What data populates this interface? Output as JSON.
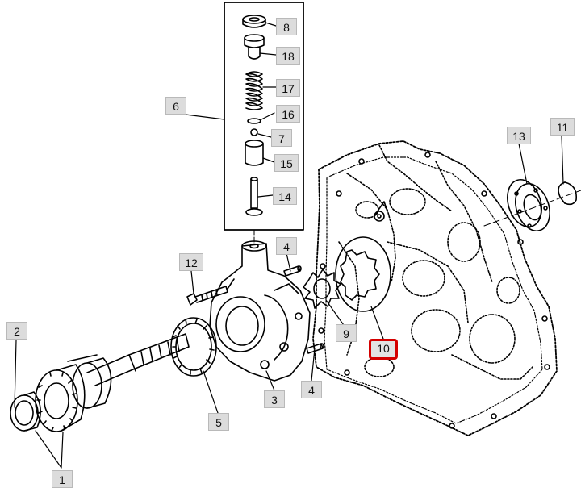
{
  "diagram": {
    "highlight_color": "#d40000",
    "callout_fill": "#dcdcdc",
    "selected_callout": "10",
    "callouts": {
      "c1": "1",
      "c2": "2",
      "c3": "3",
      "c4a": "4",
      "c4b": "4",
      "c5": "5",
      "c6": "6",
      "c7": "7",
      "c8": "8",
      "c9": "9",
      "c10": "10",
      "c11": "11",
      "c12": "12",
      "c13": "13",
      "c14": "14",
      "c15": "15",
      "c16": "16",
      "c17": "17",
      "c18": "18"
    }
  }
}
